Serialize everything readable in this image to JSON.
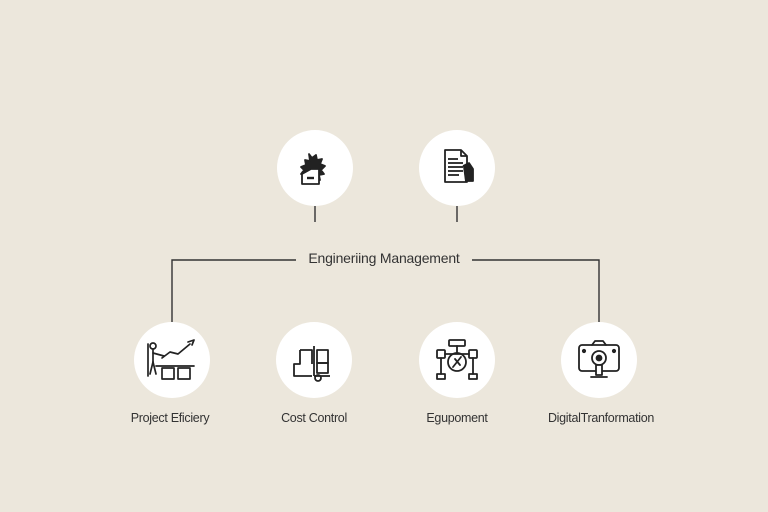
{
  "diagram": {
    "center_label": "Engineriing Management",
    "top_nodes": [
      {
        "icon": "gear-folder-icon"
      },
      {
        "icon": "document-icon"
      }
    ],
    "bottom_nodes": [
      {
        "icon": "crane-worker-icon",
        "label": "Project Eficiery"
      },
      {
        "icon": "forklift-icon",
        "label": "Cost Control"
      },
      {
        "icon": "pipe-valve-icon",
        "label": "Egupoment"
      },
      {
        "icon": "monitor-key-icon",
        "label": "DigitalTranformation"
      }
    ],
    "colors": {
      "background": "#ece7dc",
      "circle": "#ffffff",
      "stroke": "#333333"
    }
  }
}
